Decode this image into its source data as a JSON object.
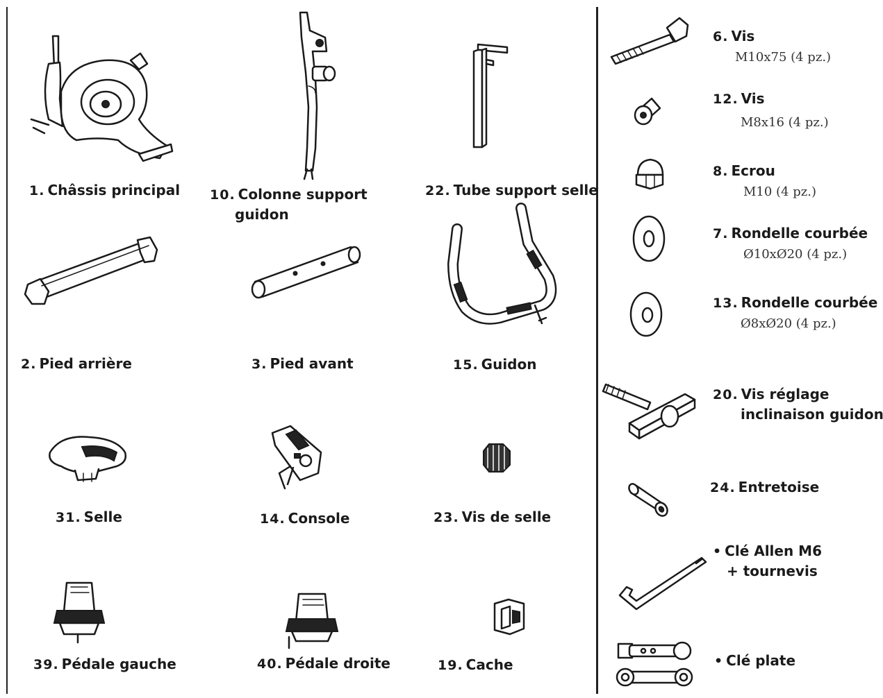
{
  "parts": [
    {
      "num": "1.",
      "name": "Châssis principal",
      "icon": "main-frame-icon"
    },
    {
      "num": "10.",
      "name": "Colonne support",
      "name2": "guidon",
      "icon": "handlebar-support-column-icon"
    },
    {
      "num": "22.",
      "name": "Tube support selle",
      "icon": "seat-support-tube-icon"
    },
    {
      "num": "2.",
      "name": "Pied arrière",
      "icon": "rear-foot-icon"
    },
    {
      "num": "3.",
      "name": "Pied avant",
      "icon": "front-foot-icon"
    },
    {
      "num": "15.",
      "name": "Guidon",
      "icon": "handlebar-icon"
    },
    {
      "num": "31.",
      "name": "Selle",
      "icon": "saddle-icon"
    },
    {
      "num": "14.",
      "name": "Console",
      "icon": "console-icon"
    },
    {
      "num": "23.",
      "name": "Vis de selle",
      "icon": "seat-knob-icon"
    },
    {
      "num": "39.",
      "name": "Pédale gauche",
      "icon": "left-pedal-icon"
    },
    {
      "num": "40.",
      "name": "Pédale droite",
      "icon": "right-pedal-icon"
    },
    {
      "num": "19.",
      "name": "Cache",
      "icon": "cover-cap-icon"
    }
  ],
  "hardware": [
    {
      "num": "6.",
      "name": "Vis",
      "spec": "M10x75 (4 pz.)",
      "icon": "long-bolt-icon"
    },
    {
      "num": "12.",
      "name": "Vis",
      "spec": "M8x16 (4 pz.)",
      "icon": "short-bolt-icon"
    },
    {
      "num": "8.",
      "name": "Ecrou",
      "spec": "M10 (4 pz.)",
      "icon": "cap-nut-icon"
    },
    {
      "num": "7.",
      "name": "Rondelle courbée",
      "spec": "Ø10xØ20 (4 pz.)",
      "icon": "curved-washer-icon"
    },
    {
      "num": "13.",
      "name": "Rondelle courbée",
      "spec": "Ø8xØ20 (4 pz.)",
      "icon": "curved-washer-small-icon"
    },
    {
      "num": "20.",
      "name": "Vis réglage",
      "name2": "inclinaison guidon",
      "icon": "adjustment-screw-icon"
    },
    {
      "num": "24.",
      "name": "Entretoise",
      "icon": "spacer-icon"
    },
    {
      "num": "•",
      "name": "Clé Allen M6",
      "name2": "+ tournevis",
      "icon": "allen-key-icon"
    },
    {
      "num": "•",
      "name": "Clé plate",
      "icon": "flat-wrench-icon"
    }
  ]
}
